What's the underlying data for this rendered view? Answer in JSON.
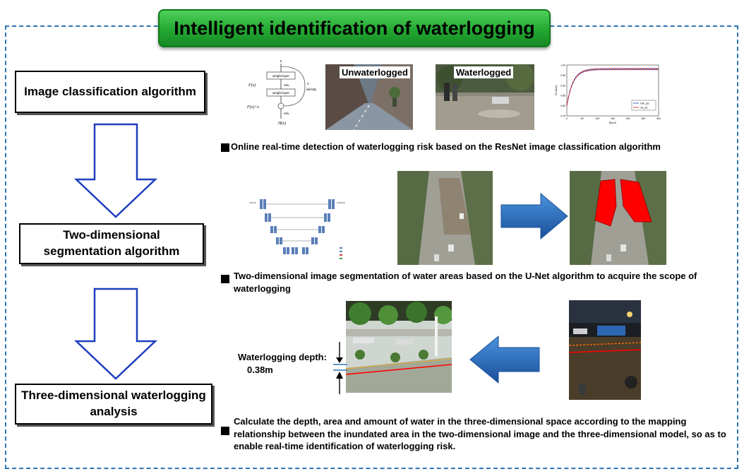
{
  "title": "Intelligent identification of waterlogging",
  "stages": [
    {
      "label": "Image classification algorithm"
    },
    {
      "label": "Two-dimensional segmentation algorithm"
    },
    {
      "label": "Three-dimensional waterlogging analysis"
    }
  ],
  "captions": {
    "classification": "Online real-time detection of waterlogging risk based on the ResNet image classification algorithm",
    "segmentation": "Two-dimensional image segmentation of water areas based on the U-Net algorithm to acquire the scope of waterlogging",
    "analysis": "Calculate the depth, area and amount of water in the three-dimensional space according to the mapping relationship between the inundated area in the two-dimensional image and the three-dimensional model, so as to enable real-time identification of waterlogging risk."
  },
  "photo_labels": {
    "unwaterlogged": "Unwaterlogged",
    "waterlogged": "Waterlogged"
  },
  "resnet_block": {
    "input": "x",
    "fx": "F(x)",
    "fx_plus_x": "F(x)+x",
    "hx": "H(x)",
    "weight_layer": "weight layer",
    "relu": "relu",
    "identity": "identity",
    "identity_x": "x"
  },
  "accuracy_chart": {
    "ylabel": "Accuracy",
    "xlabel": "Epoch",
    "x_ticks": [
      "0",
      "50",
      "100",
      "150",
      "200",
      "250",
      "300"
    ],
    "y_ticks": [
      "0.75",
      "0.80",
      "0.85",
      "0.90",
      "0.95",
      "1.00"
    ],
    "series": [
      {
        "name": "train_acc",
        "color": "#1f3fbf"
      },
      {
        "name": "val_acc",
        "color": "#d02020"
      }
    ]
  },
  "depth": {
    "label": "Waterlogging depth:",
    "value": "0.38m"
  },
  "colors": {
    "banner": "#23a832",
    "frame": "#2e75b6",
    "arrow_outline": "#1f3fbf",
    "arrow_fill": "#1f6fc4",
    "water_mask": "#ff0000"
  }
}
